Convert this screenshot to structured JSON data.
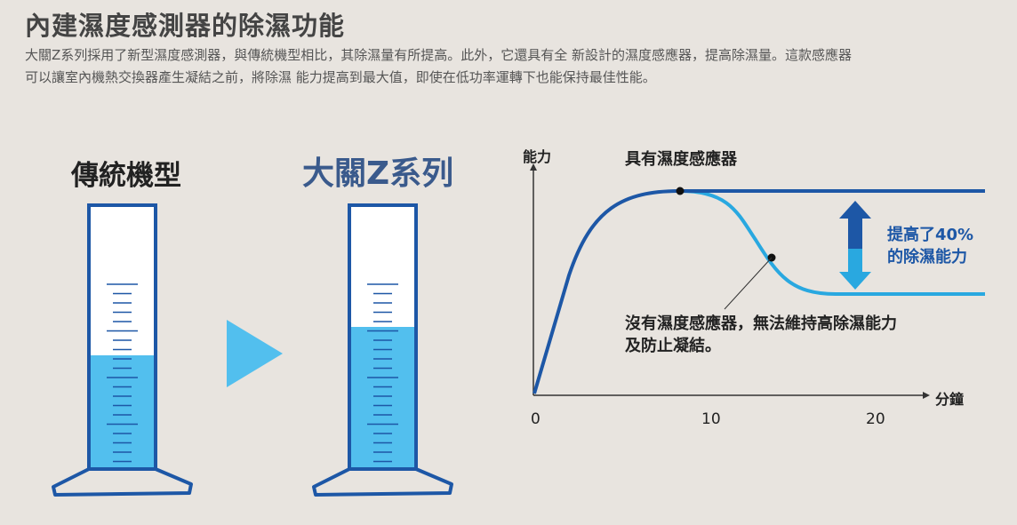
{
  "title": "內建濕度感測器的除濕功能",
  "description": [
    "大關Z系列採用了新型濕度感測器，與傳統機型相比，其除濕量有所提高。此外，它還具有全 新設計的濕度感應器，提高除濕量。這款感應器",
    "可以讓室內機熱交換器產生凝結之前，將除濕 能力提高到最大值，即使在低功率運轉下也能保持最佳性能。"
  ],
  "left_label": "傳統機型",
  "right_label": "大關Z系列",
  "colors": {
    "dark_blue": "#1d57a6",
    "light_blue": "#29a8e0",
    "water": "#52bfee",
    "text": "#222222"
  },
  "chart": {
    "y_label": "能力",
    "x_label": "分鐘",
    "x_ticks": [
      "0",
      "10",
      "20"
    ],
    "annotation_top": "具有濕度感應器",
    "annotation_bottom": [
      "沒有濕度感應器，無法維持高除濕能力",
      "及防止凝結。"
    ],
    "improvement": [
      "提高了40%",
      "的除濕能力"
    ]
  }
}
